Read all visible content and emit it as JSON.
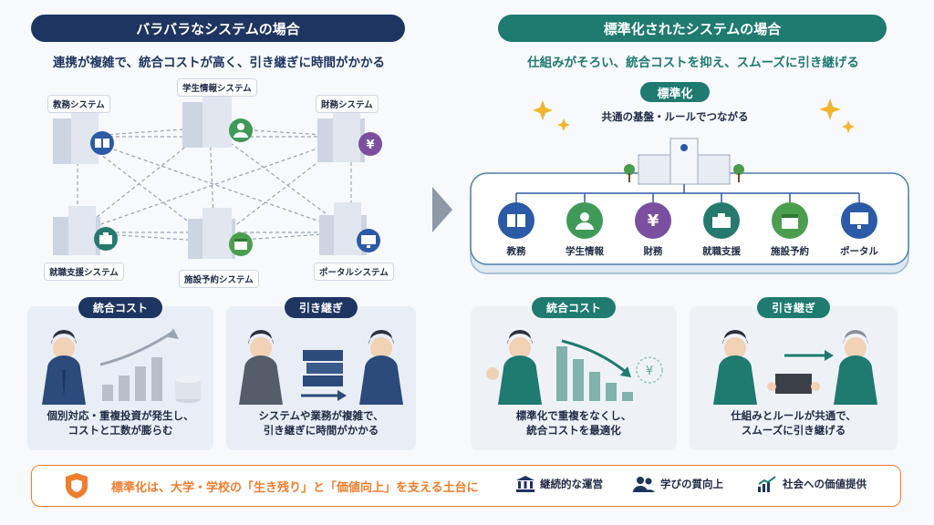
{
  "left": {
    "title": "バラバラなシステムの場合",
    "subtitle": "連携が複雑で、統合コストが高く、引き継ぎに時間がかかる",
    "nodes": {
      "kyomu": "教務システム",
      "gakusei": "学生情報システム",
      "zaimu": "財務システム",
      "shushoku": "就職支援システム",
      "shisetsu": "施設予約システム",
      "portal": "ポータルシステム"
    },
    "card1": {
      "title": "統合コスト",
      "line1": "個別対応・重複投資が発生し、",
      "line2": "コストと工数が膨らむ"
    },
    "card2": {
      "title": "引き継ぎ",
      "line1": "システムや業務が複雑で、",
      "line2": "引き継ぎに時間がかかる"
    }
  },
  "right": {
    "title": "標準化されたシステムの場合",
    "subtitle": "仕組みがそろい、統合コストを抑え、スムーズに引き継げる",
    "badge": "標準化",
    "badge_sub": "共通の基盤・ルールでつながる",
    "services": [
      "教務",
      "学生情報",
      "財務",
      "就職支援",
      "施設予約",
      "ポータル"
    ],
    "card1": {
      "title": "統合コスト",
      "line1": "標準化で重複をなくし、",
      "line2": "統合コストを最適化"
    },
    "card2": {
      "title": "引き継ぎ",
      "line1": "仕組みとルールが共通で、",
      "line2": "スムーズに引き継げる"
    }
  },
  "footer": {
    "message": "標準化は、大学・学校の「生き残り」と「価値向上」を支える土台に",
    "items": [
      "継続的な運営",
      "学びの質向上",
      "社会への価値提供"
    ]
  },
  "colors": {
    "navy": "#1e3461",
    "teal": "#1f7a70",
    "orange": "#ef7d2d"
  },
  "icons": [
    "book-icon",
    "person-icon",
    "yen-icon",
    "briefcase-icon",
    "calendar-icon",
    "monitor-icon",
    "shield-icon",
    "building-icon",
    "people-icon",
    "chart-up-icon"
  ]
}
